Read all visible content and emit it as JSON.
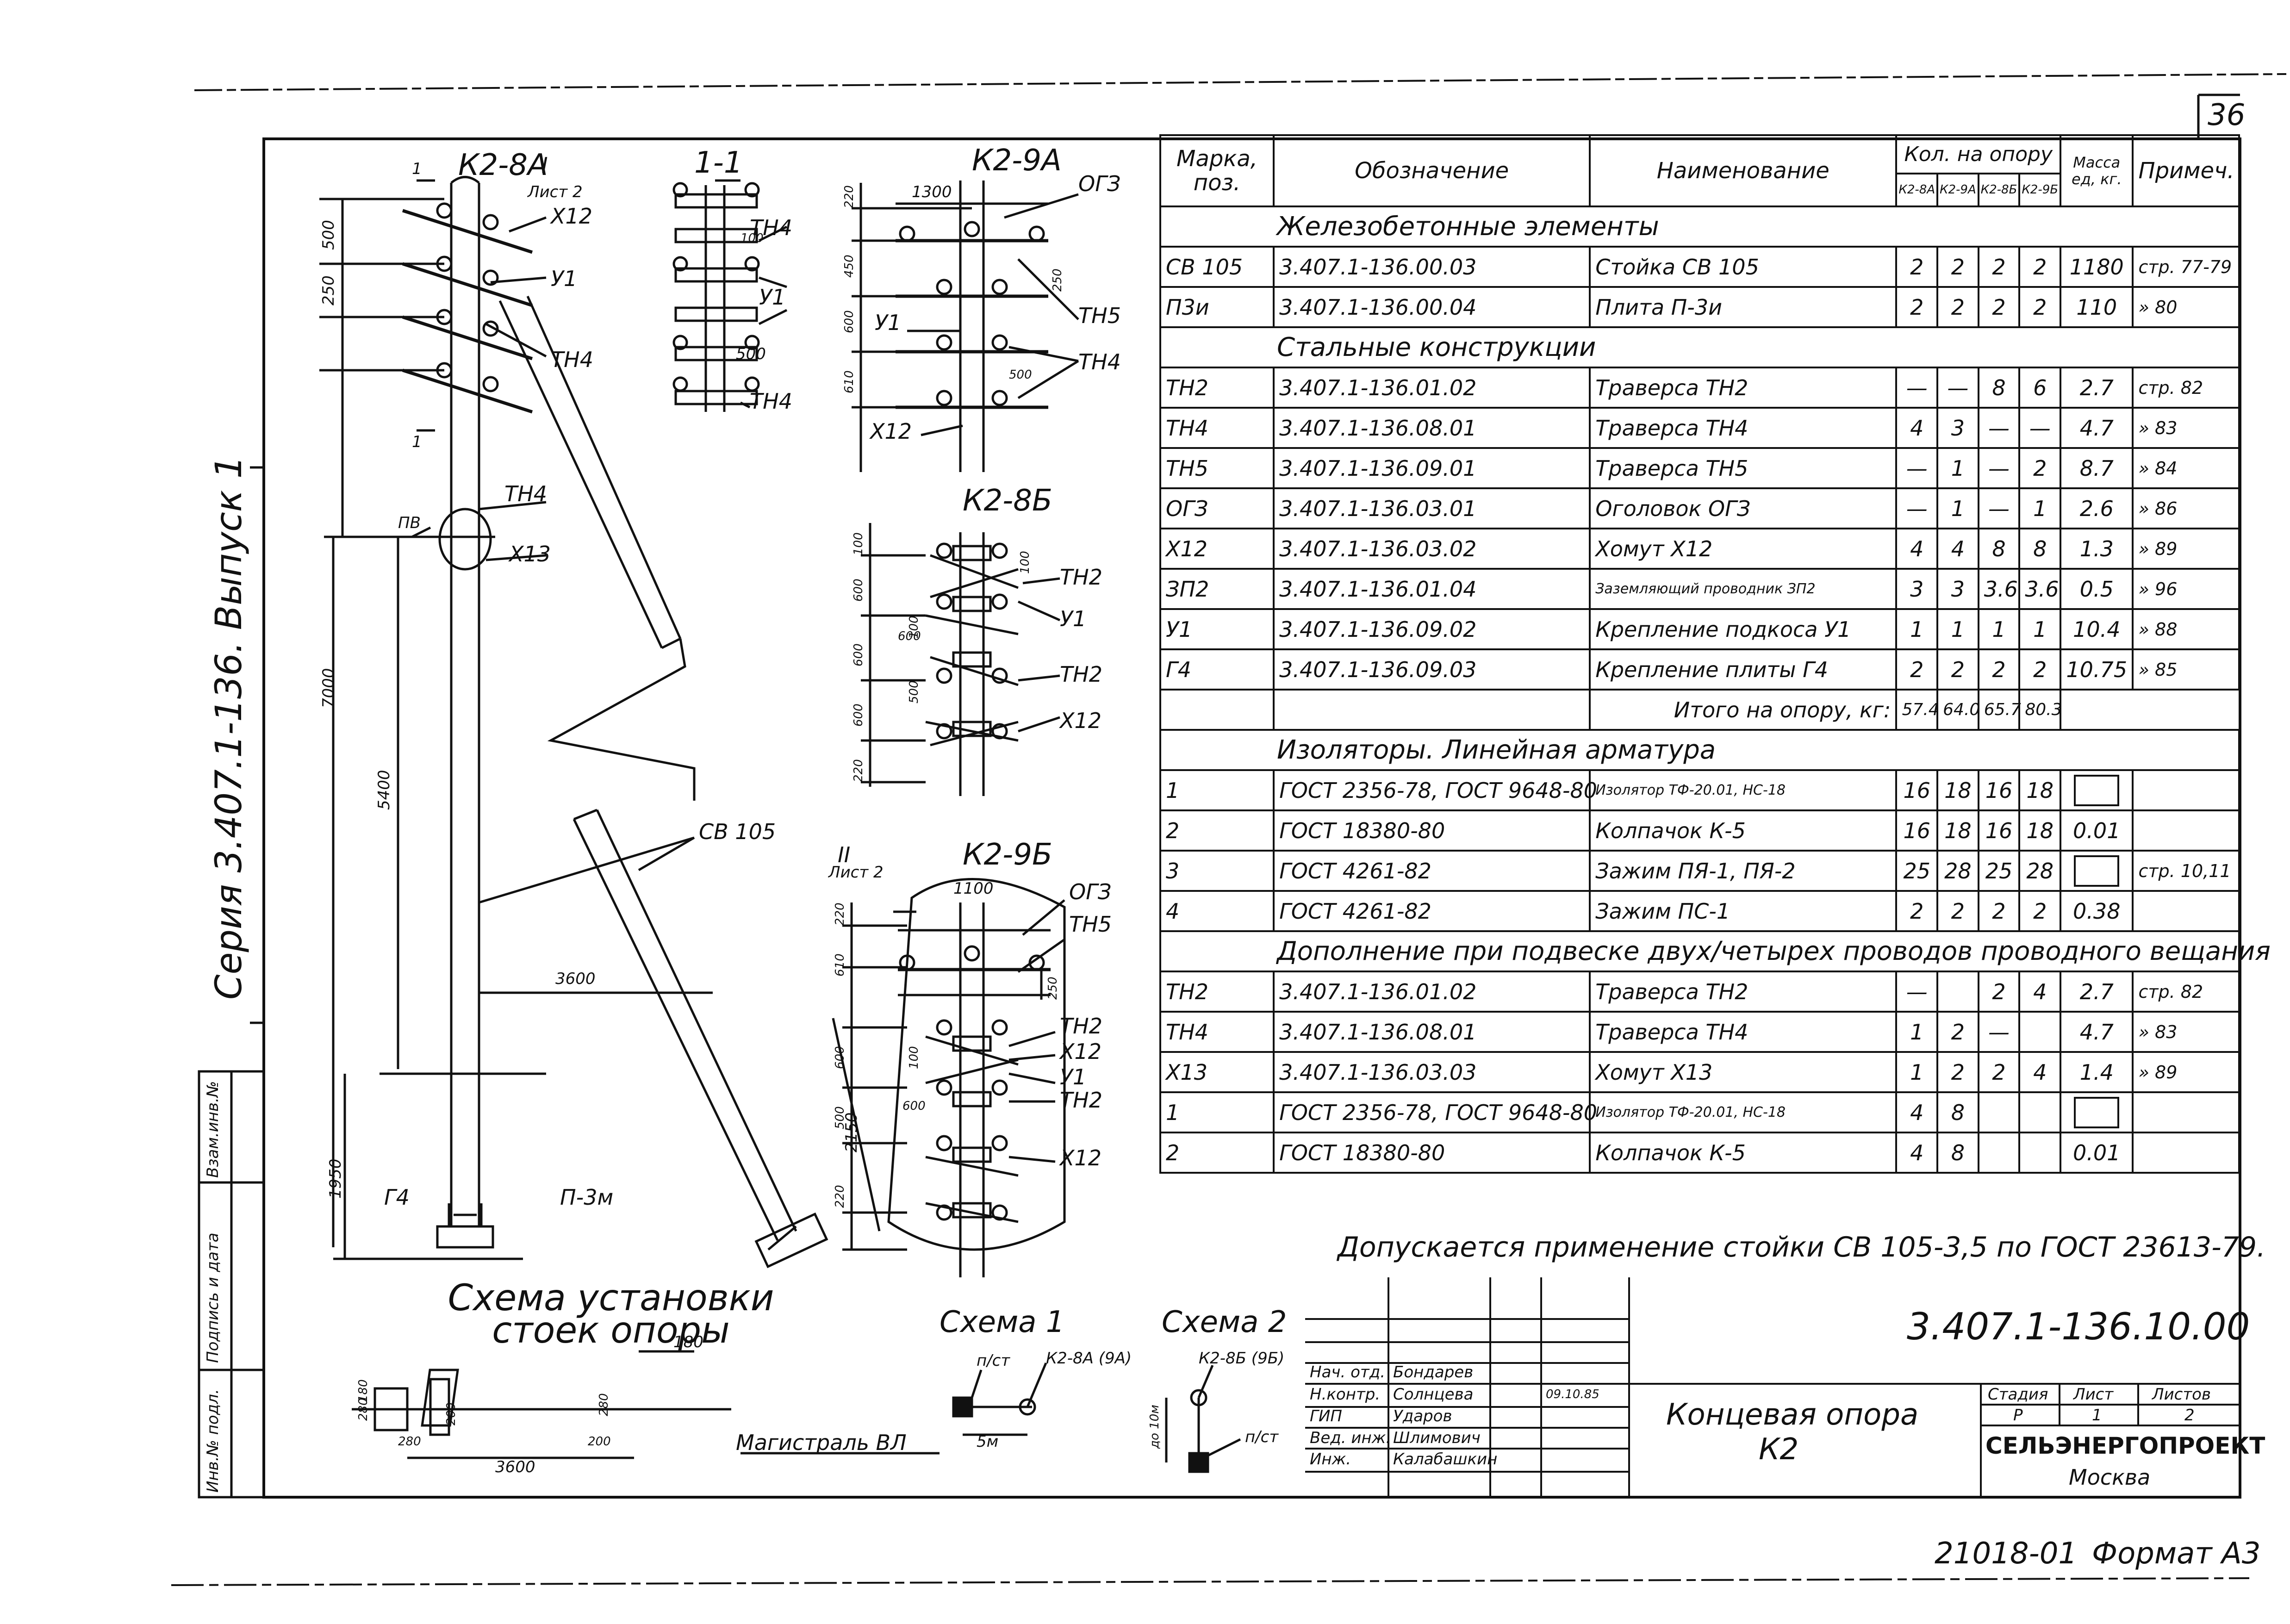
{
  "sheet_number": "36",
  "series_vertical": "Серия 3.407.1-136. Выпуск 1",
  "left_margin_labels": [
    "Инв.№ подл.",
    "Подпись и дата",
    "Взам.инв.№"
  ],
  "drawings": {
    "pole_k2_8a": {
      "title": "К2-8А",
      "ref": "I",
      "ref_sheet": "Лист 2",
      "labels": [
        "Х12",
        "У1",
        "ТН4",
        "ТН4",
        "Х13",
        "ПВ",
        "СВ 105",
        "Г4",
        "П-3м"
      ],
      "dims": [
        "7000",
        "5400",
        "3600",
        "1950",
        "500",
        "250",
        "1",
        "1"
      ],
      "caption": "Схема установки стоек опоры"
    },
    "section_1_1": {
      "title": "1-1",
      "labels": [
        "ТН4",
        "У1",
        "ТН4"
      ],
      "dims": [
        "500",
        "100"
      ]
    },
    "k2_9a": {
      "title": "К2-9А",
      "labels": [
        "ОГЗ",
        "ТН5",
        "У1",
        "ТН4",
        "Х12"
      ],
      "dims": [
        "1300",
        "220",
        "450",
        "600",
        "610",
        "250",
        "500"
      ]
    },
    "k2_8b": {
      "title": "К2-8Б",
      "labels": [
        "ТН2",
        "У1",
        "ТН2",
        "Х12"
      ],
      "dims": [
        "100",
        "600",
        "600",
        "600",
        "220",
        "100",
        "500",
        "100",
        "600"
      ]
    },
    "k2_9b": {
      "title": "К2-9Б",
      "ref": "II",
      "ref_sheet": "Лист 2",
      "labels": [
        "ОГЗ",
        "ТН5",
        "ТН2",
        "Х12",
        "У1",
        "ТН2",
        "Х12"
      ],
      "dims": [
        "1100",
        "220",
        "610",
        "600",
        "500",
        "220",
        "250",
        "100",
        "600",
        "2150"
      ]
    },
    "plan": {
      "dims": [
        "180",
        "280",
        "280",
        "3600",
        "200",
        "280",
        "200",
        "180"
      ],
      "label": "Магистраль ВЛ"
    },
    "schema1": {
      "title": "Схема 1",
      "labels": [
        "п/ст",
        "К2-8А (9А)",
        "5м"
      ]
    },
    "schema2": {
      "title": "Схема 2",
      "labels": [
        "К2-8Б (9Б)",
        "п/ст",
        "до 10м"
      ]
    }
  },
  "table": {
    "headers": {
      "mark": "Марка, поз.",
      "designation": "Обозначение",
      "name": "Наименование",
      "qty": "Кол. на опору",
      "qty_sub": [
        "К2-8А",
        "К2-9А",
        "К2-8Б",
        "К2-9Б"
      ],
      "mass": "Масса ед, кг.",
      "note": "Примеч."
    },
    "sections": [
      {
        "title": "Железобетонные элементы",
        "rows": [
          {
            "mark": "СВ 105",
            "des": "3.407.1-136.00.03",
            "name": "Стойка СВ 105",
            "q": [
              "2",
              "2",
              "2",
              "2"
            ],
            "mass": "1180",
            "note": "стр. 77-79"
          },
          {
            "mark": "П3и",
            "des": "3.407.1-136.00.04",
            "name": "Плита П-3и",
            "q": [
              "2",
              "2",
              "2",
              "2"
            ],
            "mass": "110",
            "note": "» 80"
          }
        ]
      },
      {
        "title": "Стальные конструкции",
        "rows": [
          {
            "mark": "ТН2",
            "des": "3.407.1-136.01.02",
            "name": "Траверса ТН2",
            "q": [
              "—",
              "—",
              "8",
              "6"
            ],
            "mass": "2.7",
            "note": "стр. 82"
          },
          {
            "mark": "ТН4",
            "des": "3.407.1-136.08.01",
            "name": "Траверса ТН4",
            "q": [
              "4",
              "3",
              "—",
              "—"
            ],
            "mass": "4.7",
            "note": "» 83"
          },
          {
            "mark": "ТН5",
            "des": "3.407.1-136.09.01",
            "name": "Траверса ТН5",
            "q": [
              "—",
              "1",
              "—",
              "2"
            ],
            "mass": "8.7",
            "note": "» 84"
          },
          {
            "mark": "ОГЗ",
            "des": "3.407.1-136.03.01",
            "name": "Оголовок ОГЗ",
            "q": [
              "—",
              "1",
              "—",
              "1"
            ],
            "mass": "2.6",
            "note": "» 86"
          },
          {
            "mark": "Х12",
            "des": "3.407.1-136.03.02",
            "name": "Хомут Х12",
            "q": [
              "4",
              "4",
              "8",
              "8"
            ],
            "mass": "1.3",
            "note": "» 89"
          },
          {
            "mark": "ЗП2",
            "des": "3.407.1-136.01.04",
            "name": "Заземляющий проводник ЗП2",
            "q": [
              "3",
              "3",
              "3.6",
              "3.6"
            ],
            "mass": "0.5",
            "note": "» 96"
          },
          {
            "mark": "У1",
            "des": "3.407.1-136.09.02",
            "name": "Крепление подкоса У1",
            "q": [
              "1",
              "1",
              "1",
              "1"
            ],
            "mass": "10.4",
            "note": "» 88"
          },
          {
            "mark": "Г4",
            "des": "3.407.1-136.09.03",
            "name": "Крепление плиты Г4",
            "q": [
              "2",
              "2",
              "2",
              "2"
            ],
            "mass": "10.75",
            "note": "» 85"
          }
        ],
        "total": {
          "label": "Итого на опору, кг:",
          "q": [
            "57.4",
            "64.0",
            "65.7",
            "80.3"
          ]
        }
      },
      {
        "title": "Изоляторы. Линейная арматура",
        "rows": [
          {
            "mark": "1",
            "des": "ГОСТ 2356-78, ГОСТ 9648-80",
            "name": "Изолятор ТФ-20.01, НС-18",
            "q": [
              "16",
              "18",
              "16",
              "18"
            ],
            "mass": "",
            "note": ""
          },
          {
            "mark": "2",
            "des": "ГОСТ 18380-80",
            "name": "Колпачок К-5",
            "q": [
              "16",
              "18",
              "16",
              "18"
            ],
            "mass": "0.01",
            "note": ""
          },
          {
            "mark": "3",
            "des": "ГОСТ 4261-82",
            "name": "Зажим ПЯ-1, ПЯ-2",
            "q": [
              "25",
              "28",
              "25",
              "28"
            ],
            "mass": "",
            "note": "стр. 10,11"
          },
          {
            "mark": "4",
            "des": "ГОСТ 4261-82",
            "name": "Зажим ПС-1",
            "q": [
              "2",
              "2",
              "2",
              "2"
            ],
            "mass": "0.38",
            "note": ""
          }
        ]
      },
      {
        "title": "Дополнение при подвеске двух/четырех проводов проводного вещания",
        "rows": [
          {
            "mark": "ТН2",
            "des": "3.407.1-136.01.02",
            "name": "Траверса ТН2",
            "q": [
              "—",
              "",
              "2",
              "4"
            ],
            "mass": "2.7",
            "note": "стр. 82"
          },
          {
            "mark": "ТН4",
            "des": "3.407.1-136.08.01",
            "name": "Траверса ТН4",
            "q": [
              "1",
              "2",
              "—",
              ""
            ],
            "mass": "4.7",
            "note": "» 83"
          },
          {
            "mark": "Х13",
            "des": "3.407.1-136.03.03",
            "name": "Хомут Х13",
            "q": [
              "1",
              "2",
              "2",
              "4"
            ],
            "mass": "1.4",
            "note": "» 89"
          },
          {
            "mark": "1",
            "des": "ГОСТ 2356-78, ГОСТ 9648-80",
            "name": "Изолятор ТФ-20.01, НС-18",
            "q": [
              "4",
              "8",
              "",
              ""
            ],
            "mass": "",
            "note": ""
          },
          {
            "mark": "2",
            "des": "ГОСТ 18380-80",
            "name": "Колпачок К-5",
            "q": [
              "4",
              "8",
              "",
              ""
            ],
            "mass": "0.01",
            "note": ""
          }
        ]
      }
    ]
  },
  "footnote": "Допускается применение стойки СВ 105-3,5 по ГОСТ 23613-79.",
  "title_block": {
    "code": "3.407.1-136.10.00",
    "roles": [
      {
        "role": "Нач. отд.",
        "name": "Бондарев",
        "date": ""
      },
      {
        "role": "Н.контр.",
        "name": "Солнцева",
        "date": "09.10.85"
      },
      {
        "role": "ГИП",
        "name": "Ударов",
        "date": ""
      },
      {
        "role": "Вед. инж.",
        "name": "Шлимович",
        "date": ""
      },
      {
        "role": "Инж.",
        "name": "Калабашкин",
        "date": ""
      }
    ],
    "title_line1": "Концевая опора",
    "title_line2": "К2",
    "stage_label": "Стадия",
    "sheet_label": "Лист",
    "sheets_label": "Листов",
    "stage": "Р",
    "sheet": "1",
    "sheets": "2",
    "org": "СЕЛЬЭНЕРГОПРОЕКТ",
    "city": "Москва"
  },
  "bottom": {
    "number": "21018-01",
    "format": "Формат А3"
  }
}
